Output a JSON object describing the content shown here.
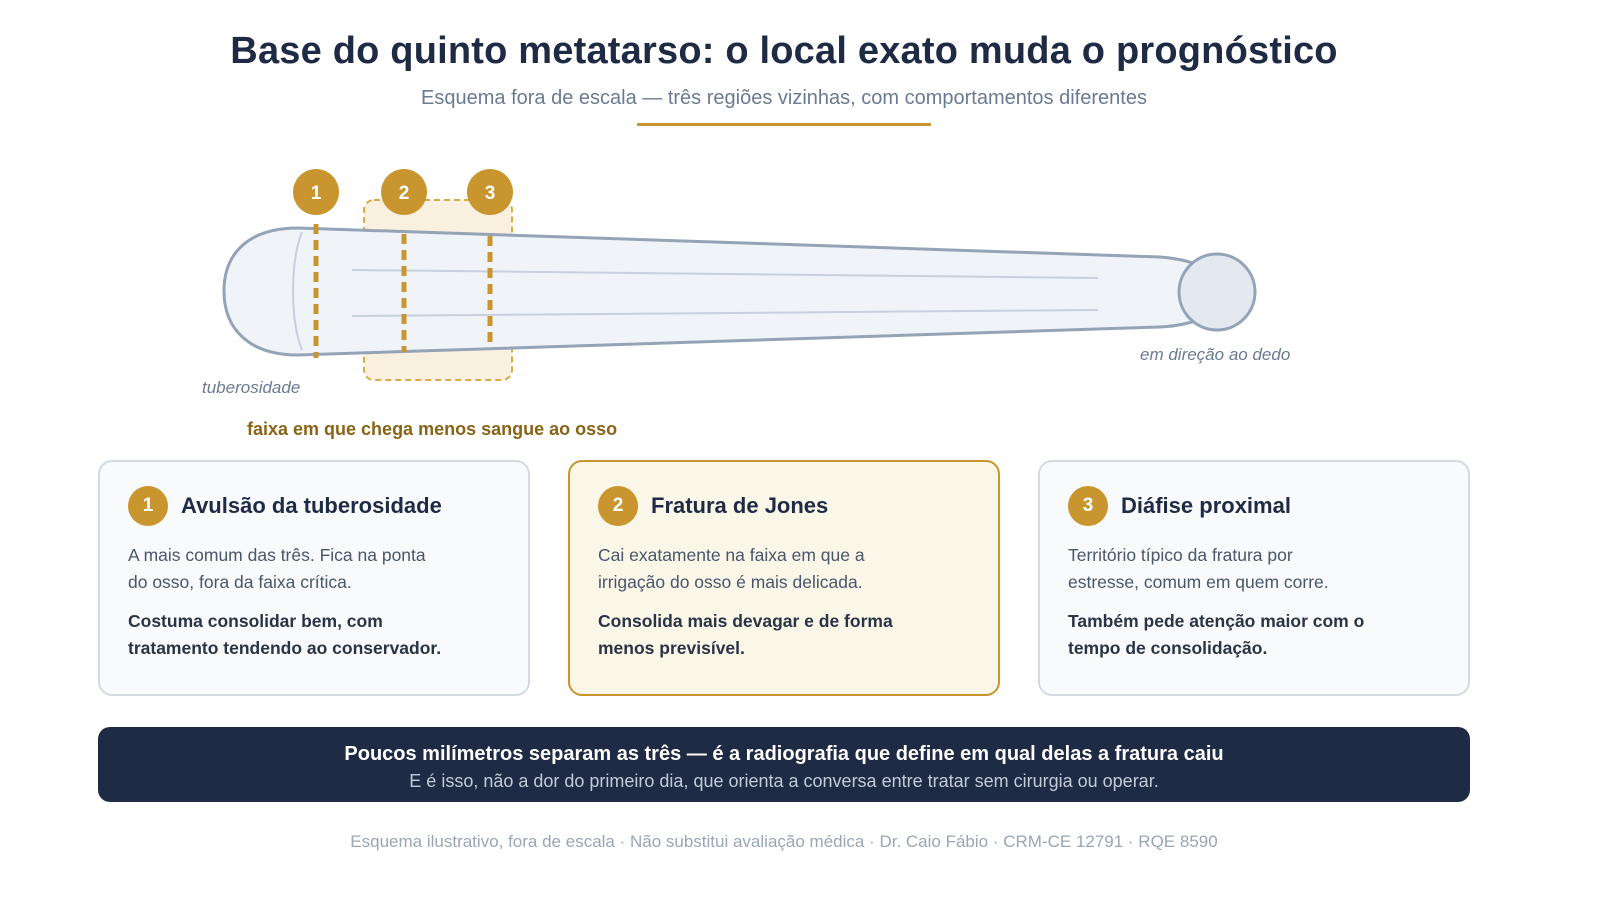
{
  "header": {
    "title": "Base do quinto metatarso: o local exato muda o prognóstico",
    "subtitle": "Esquema fora de escala — três regiões vizinhas, com comportamentos diferentes"
  },
  "diagram": {
    "markers": [
      "1",
      "2",
      "3"
    ],
    "label_tuberosity": "tuberosidade",
    "label_toe_direction": "em direção ao dedo",
    "zone_note": "faixa em que chega menos sangue ao osso"
  },
  "cards": [
    {
      "number": "1",
      "title": "Avulsão da tuberosidade",
      "desc_lines": [
        "A mais comum das três. Fica na ponta",
        "do osso, fora da faixa crítica."
      ],
      "strong_lines": [
        "Costuma consolidar bem, com",
        "tratamento tendendo ao conservador."
      ]
    },
    {
      "number": "2",
      "title": "Fratura de Jones",
      "desc_lines": [
        "Cai exatamente na faixa em que a",
        "irrigação do osso é mais delicada."
      ],
      "strong_lines": [
        "Consolida mais devagar e de forma",
        "menos previsível."
      ]
    },
    {
      "number": "3",
      "title": "Diáfise proximal",
      "desc_lines": [
        "Território típico da fratura por",
        "estresse, comum em quem corre."
      ],
      "strong_lines": [
        "Também pede atenção maior com o",
        "tempo de consolidação."
      ]
    }
  ],
  "banner": {
    "main": "Poucos milímetros separam as três — é a radiografia que define em qual delas a fratura caiu",
    "sub": "E é isso, não a dor do primeiro dia, que orienta a conversa entre tratar sem cirurgia ou operar."
  },
  "footer": "Esquema ilustrativo, fora de escala · Não substitui avaliação médica · Dr. Caio Fábio · CRM-CE 12791 · RQE 8590",
  "colors": {
    "accent": "#c9952f",
    "navy": "#1f2a44",
    "bone_fill": "#f0f4f9",
    "bone_stroke": "#95a3b6",
    "zone_fill": "#faf0e0"
  }
}
